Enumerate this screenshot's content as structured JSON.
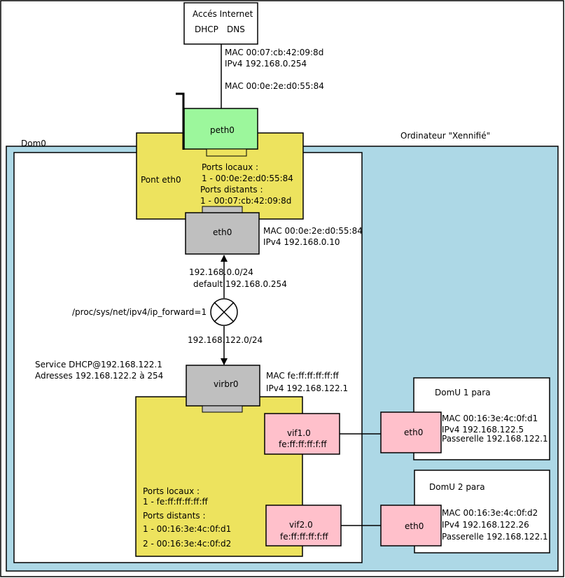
{
  "internet": {
    "title": "Accés Internet",
    "dhcp": "DHCP",
    "dns": "DNS",
    "mac_modem": "MAC 00:07:cb:42:09:8d",
    "ipv4_modem": "IPv4 192.168.0.254",
    "mac_card": "MAC 00:0e:2e:d0:55:84"
  },
  "computer_label": "Ordinateur \"Xennifié\"",
  "dom0_label": "Dom0",
  "peth0": {
    "label": "peth0"
  },
  "bridge_eth0": {
    "label": "Pont eth0",
    "local_ports_title": "Ports locaux :",
    "local_port_1": "1 -  00:0e:2e:d0:55:84",
    "remote_ports_title": "Ports distants :",
    "remote_port_1": "1 -  00:07:cb:42:09:8d"
  },
  "eth0": {
    "label": "eth0",
    "mac": "MAC 00:0e:2e:d0:55:84",
    "ipv4": "IPv4 192.168.0.10"
  },
  "routing": {
    "network": "192.168.0.0/24",
    "default": "default 192.168.0.254",
    "ip_forward": "/proc/sys/net/ipv4/ip_forward=1",
    "network_122": "192.168.122.0/24"
  },
  "dhcp_service": {
    "line1": "Service DHCP@192.168.122.1",
    "line2": "Adresses 192.168.122.2 à 254"
  },
  "virbr0": {
    "label": "virbr0",
    "mac": "MAC fe:ff:ff:ff:ff:ff",
    "ipv4": "IPv4 192.168.122.1",
    "local_ports_title": "Ports locaux :",
    "local_port_1": "1 -  fe:ff:ff:ff:ff:ff",
    "remote_ports_title": "Ports distants :",
    "remote_port_1": "1 - 00:16:3e:4c:0f:d1",
    "remote_port_2": "2 - 00:16:3e:4c:0f:d2"
  },
  "vif1": {
    "label": "vif1.0",
    "mac": "fe:ff:ff:ff:f:ff"
  },
  "vif2": {
    "label": "vif2.0",
    "mac": "fe:ff:ff:ff:f:ff"
  },
  "domu1": {
    "title": "DomU 1 para",
    "eth_label": "eth0",
    "mac": "MAC 00:16:3e:4c:0f:d1",
    "ipv4": "IPv4 192.168.122.5",
    "gateway": "Passerelle 192.168.122.1"
  },
  "domu2": {
    "title": "DomU 2 para",
    "eth_label": "eth0",
    "mac": "MAC 00:16:3e:4c:0f:d2",
    "ipv4": "IPv4 192.168.122.26",
    "gateway": "Passerelle 192.168.122.1"
  },
  "colors": {
    "computer_bg": "#add8e6",
    "bridge_yellow": "#ede35e",
    "nic_green": "#9cf79c",
    "iface_gray": "#bfbfbf",
    "vif_pink": "#ffc0cb"
  }
}
